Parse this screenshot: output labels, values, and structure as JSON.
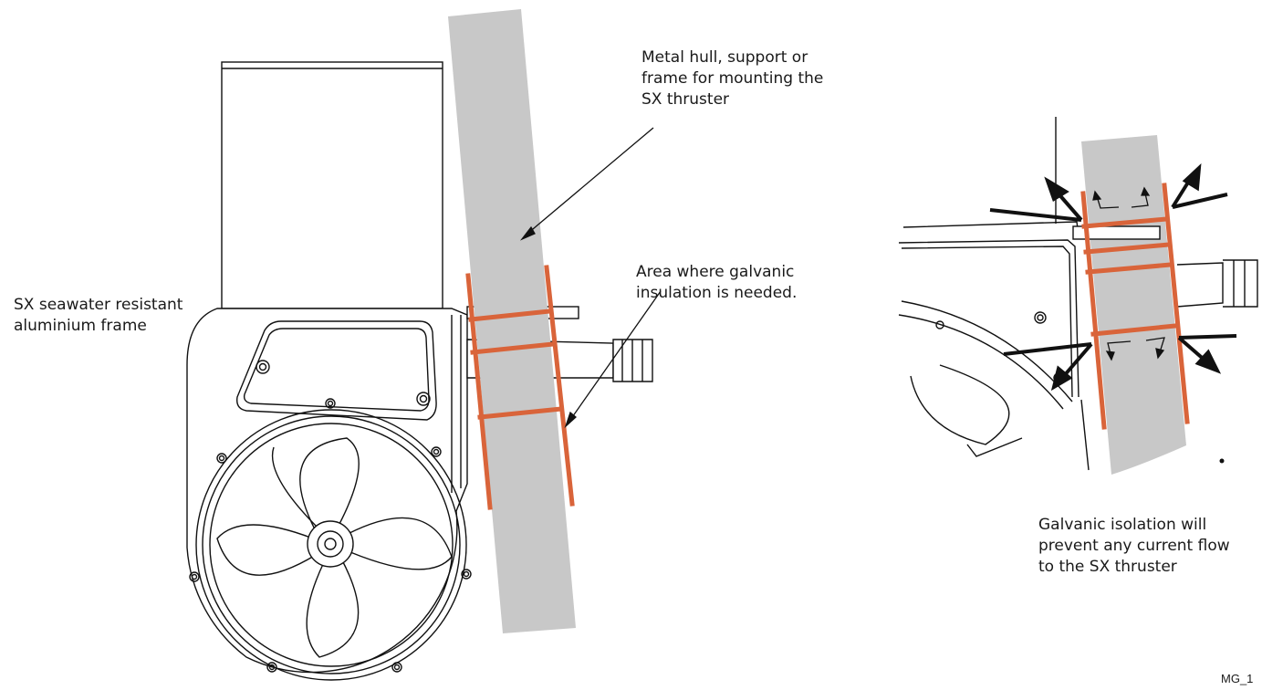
{
  "labels": {
    "metal_hull": "Metal hull, support or\nframe for mounting the\nSX thruster",
    "insulation_area": "Area where galvanic\ninsulation is needed.",
    "aluminium_frame": "SX seawater resistant\naluminium frame",
    "isolation_note": "Galvanic isolation will\nprevent any current flow\nto the SX thruster",
    "figure_ref": "MG_1"
  },
  "colors": {
    "insulation": "#D9643A",
    "hull": "#C8C8C8",
    "line": "#111111"
  }
}
